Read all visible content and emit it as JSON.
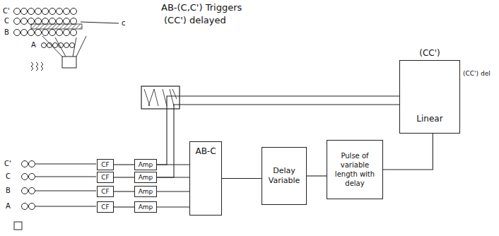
{
  "diagram": {
    "nodes": [
      {
        "text": [
          "CF"
        ]
      },
      {
        "text": [
          "Amp"
        ]
      },
      {
        "text": [
          "CF"
        ]
      },
      {
        "text": [
          "Amp"
        ]
      },
      {
        "text": [
          "CF"
        ]
      },
      {
        "text": [
          "Amp"
        ]
      },
      {
        "text": [
          "CF"
        ]
      },
      {
        "text": [
          "Amp"
        ]
      },
      {
        "text": [
          "AB-C"
        ]
      },
      {
        "text": [
          "Delay Variable"
        ]
      },
      {
        "text": [
          "Pulse of variable length with delay"
        ]
      },
      {
        "text": [
          "(CC')",
          "Linear"
        ]
      }
    ],
    "edges": [
      {
        "from": 0,
        "to": 1,
        "arrow": "none"
      },
      {
        "from": 2,
        "to": 3,
        "arrow": "none"
      },
      {
        "from": 4,
        "to": 5,
        "arrow": "none"
      },
      {
        "from": 6,
        "to": 7,
        "arrow": "none"
      },
      {
        "from": 1,
        "to": 8,
        "arrow": "none"
      },
      {
        "from": 3,
        "to": 8,
        "arrow": "none"
      },
      {
        "from": 5,
        "to": 8,
        "arrow": "none"
      },
      {
        "from": 7,
        "to": 8,
        "arrow": "none"
      },
      {
        "from": 8,
        "to": 9,
        "arrow": "none"
      },
      {
        "from": 9,
        "to": 10,
        "arrow": "none"
      },
      {
        "from": 10,
        "to": 11,
        "arrow": "none"
      },
      {
        "from": 1,
        "to": 11,
        "arrow": "none"
      },
      {
        "from": 3,
        "to": 11,
        "arrow": "none"
      }
    ],
    "labels": [
      "AB-(C,C') Triggers",
      "(CC') delayed",
      "C'",
      "C",
      "B",
      "A",
      "c",
      "C'",
      "C",
      "B",
      "A",
      "(CC') del"
    ]
  }
}
